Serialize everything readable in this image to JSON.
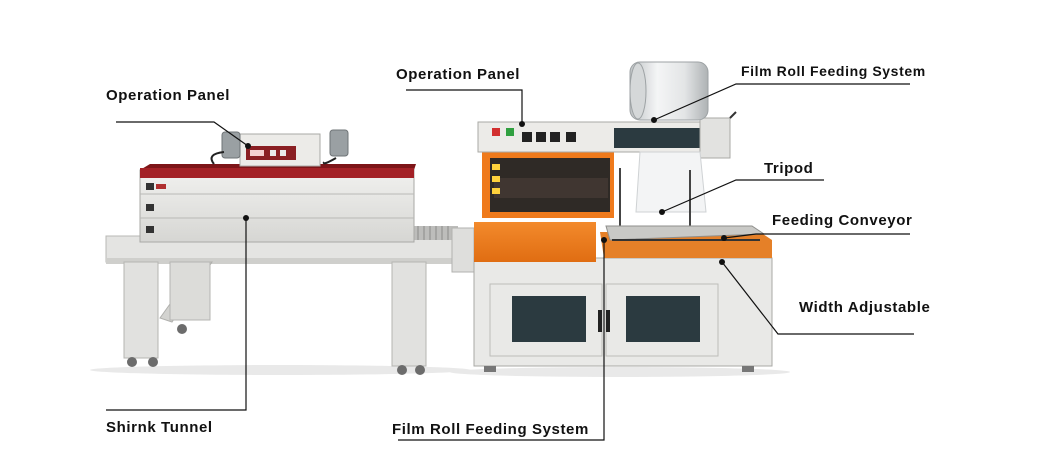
{
  "labels": {
    "operation_panel_left": "Operation Panel",
    "operation_panel_right": "Operation Panel",
    "film_roll_top": "Film Roll Feeding System",
    "tripod": "Tripod",
    "feeding_conveyor": "Feeding Conveyor",
    "width_adjustable": "Width Adjustable",
    "shrink_tunnel": "Shirnk Tunnel",
    "film_roll_bottom": "Film Roll Feeding System"
  },
  "colors": {
    "tunnel_red": "#a32126",
    "machine_orange": "#ef7a1c",
    "body_grey": "#e8e8e6",
    "panel_dark": "#2b3a40",
    "leader_line": "#111111"
  }
}
